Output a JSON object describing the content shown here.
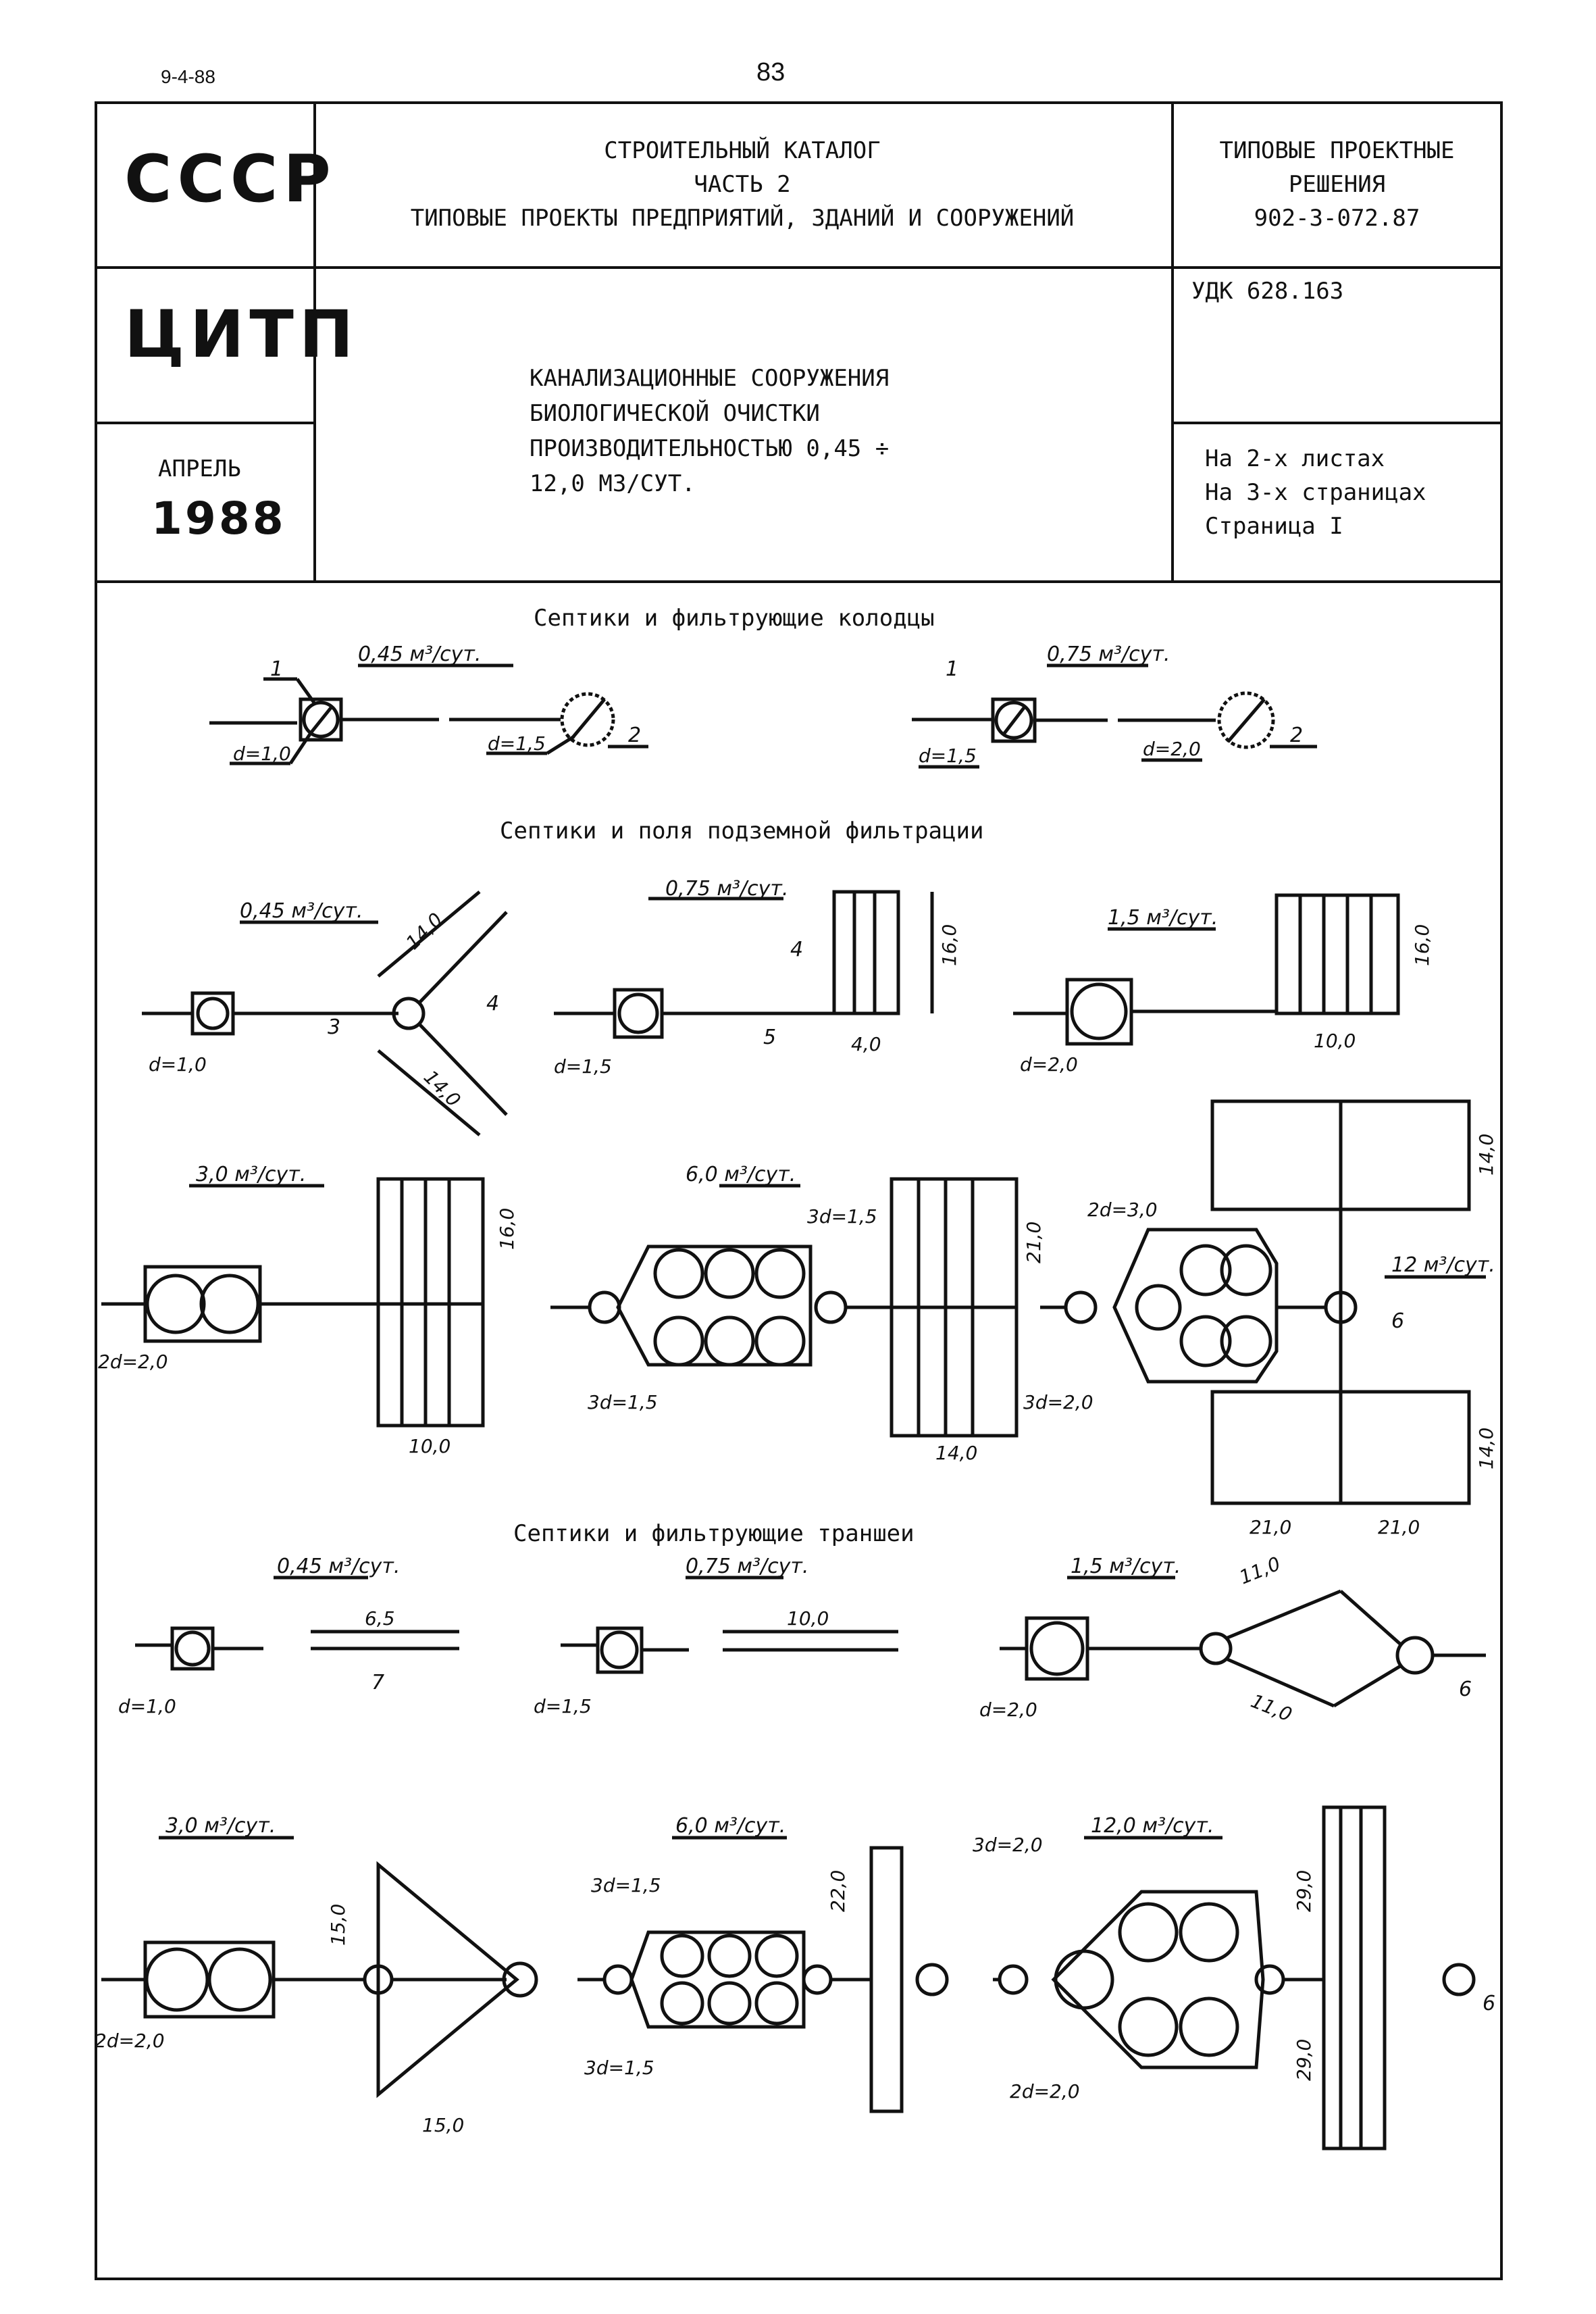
{
  "top_code": "9-4-88",
  "page_number": "83",
  "header": {
    "country": "СССР",
    "org": "ЦИТП",
    "month": "АПРЕЛЬ",
    "year": "1988",
    "catalog_line1": "СТРОИТЕЛЬНЫЙ КАТАЛОГ",
    "catalog_line2": "ЧАСТЬ 2",
    "catalog_line3": "ТИПОВЫЕ ПРОЕКТЫ ПРЕДПРИЯТИЙ, ЗДАНИЙ И СООРУЖЕНИЙ",
    "series_line1": "ТИПОВЫЕ ПРОЕКТНЫЕ",
    "series_line2": "РЕШЕНИЯ",
    "series_line3": "902-3-072.87",
    "udk": "УДК 628.163",
    "title_line1": "КАНАЛИЗАЦИОННЫЕ СООРУЖЕНИЯ",
    "title_line2": "БИОЛОГИЧЕСКОЙ ОЧИСТКИ",
    "title_line3": "ПРОИЗВОДИТЕЛЬНОСТЬЮ 0,45 ÷",
    "title_line4": "12,0 М3/СУТ.",
    "sheets": "На 2-х листах",
    "pages": "На 3-х страницах",
    "page_label": "Страница I"
  },
  "sections": {
    "s1": "Септики и фильтрующие колодцы",
    "s2": "Септики и поля подземной фильтрации",
    "s3": "Септики и фильтрующие траншеи"
  },
  "labels": {
    "q045": "0,45 м³/сут.",
    "q075": "0,75 м³/сут.",
    "q15": "1,5 м³/сут.",
    "q30": "3,0 м³/сут.",
    "q60": "6,0 м³/сут.",
    "q12": "12 м³/сут.",
    "q120": "12,0 м³/сут.",
    "d10": "d=1,0",
    "d15": "d=1,5",
    "d20": "d=2,0",
    "d2_20": "2d=2,0",
    "d2_30": "2d=3,0",
    "d3_15": "3d=1,5",
    "d3_20": "3d=2,0",
    "n1": "1",
    "n2": "2",
    "n3": "3",
    "n4": "4",
    "n5": "5",
    "n6": "6",
    "n7": "7",
    "dim14": "14,0",
    "dim16": "16,0",
    "dim40": "4,0",
    "dim100": "10,0",
    "dim210": "21,0",
    "dim65": "6,5",
    "dim110": "11,0",
    "dim150": "15,0",
    "dim220": "22,0",
    "dim290": "29,0"
  }
}
